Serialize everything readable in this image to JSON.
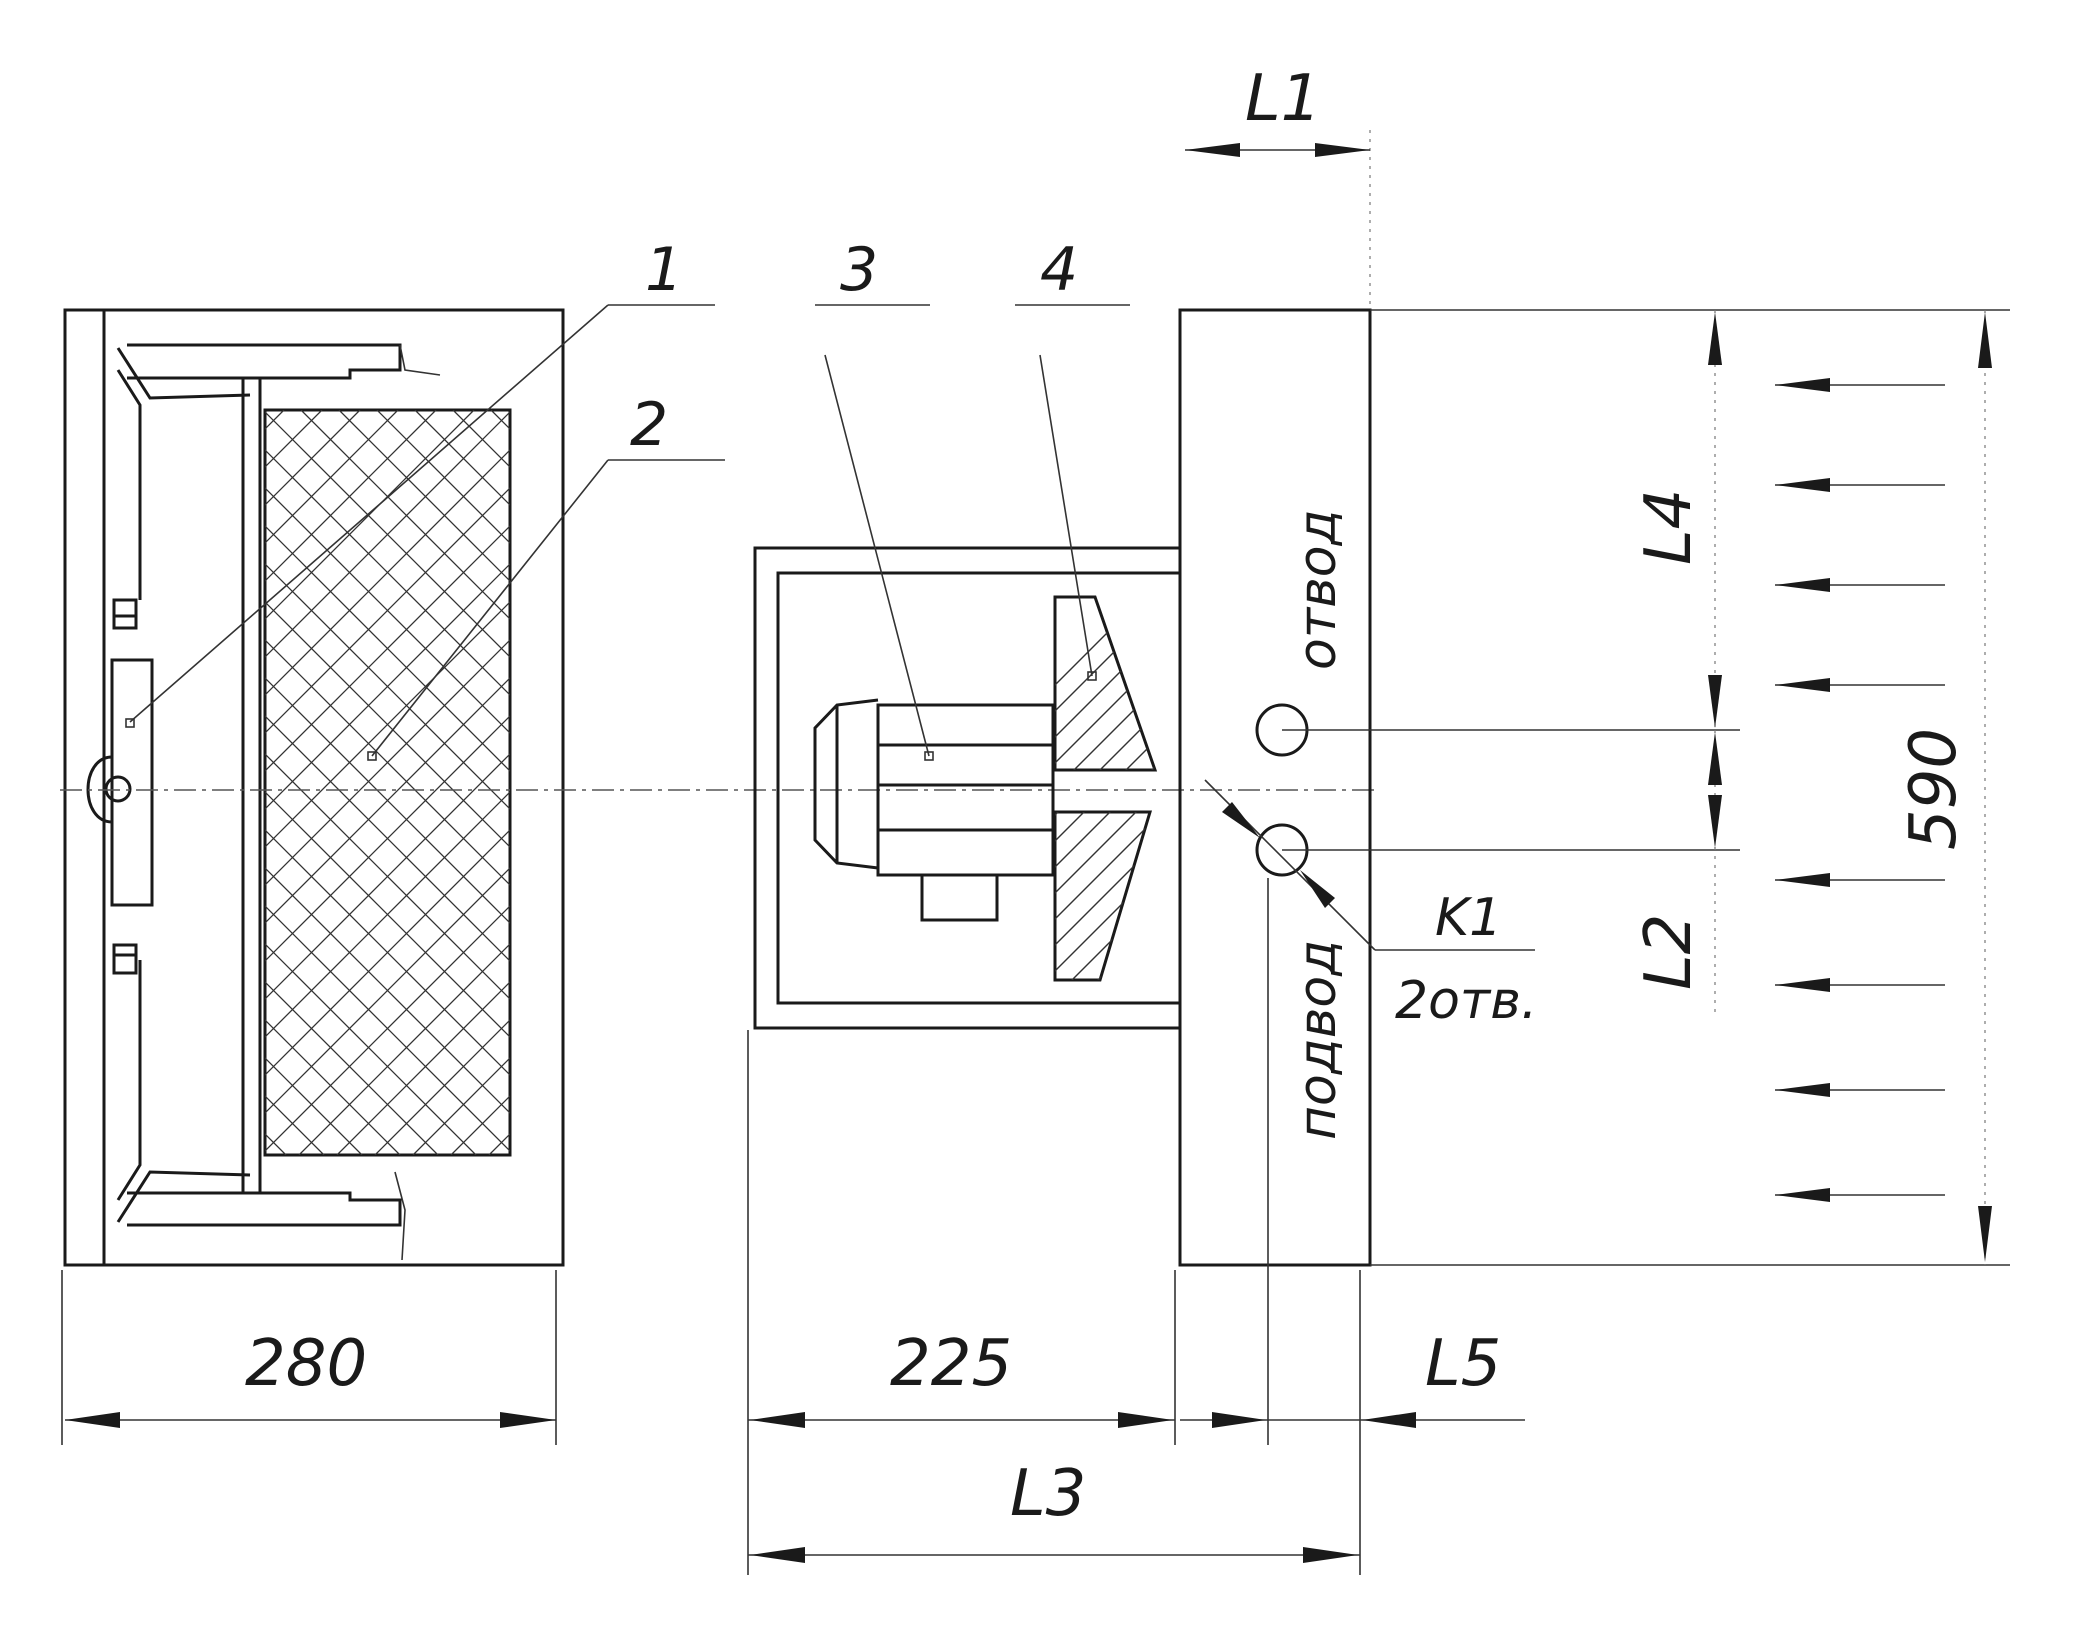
{
  "callouts": {
    "c1": "1",
    "c2": "2",
    "c3": "3",
    "c4": "4"
  },
  "dimensions": {
    "width_left": "280",
    "width_body": "225",
    "L1": "L1",
    "L2": "L2",
    "L3": "L3",
    "L4": "L4",
    "L5": "L5",
    "height": "590"
  },
  "ports": {
    "outlet": "отвод",
    "inlet": "подвод",
    "k_label": "K1",
    "k_count": "2отв."
  }
}
